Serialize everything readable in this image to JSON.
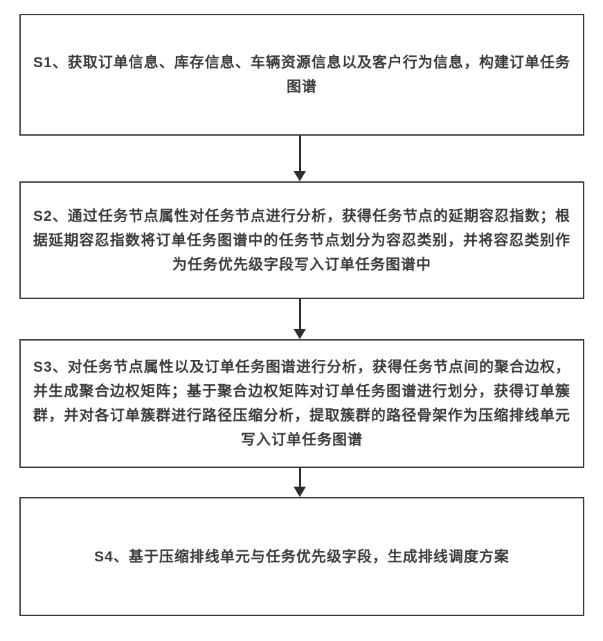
{
  "flowchart": {
    "steps": [
      {
        "id": "S1",
        "text": "S1、获取订单信息、库存信息、车辆资源信息以及客户行为信息，构建订单任务图谱"
      },
      {
        "id": "S2",
        "text": "S2、通过任务节点属性对任务节点进行分析，获得任务节点的延期容忍指数；根据延期容忍指数将订单任务图谱中的任务节点划分为容忍类别，并将容忍类别作为任务优先级字段写入订单任务图谱中"
      },
      {
        "id": "S3",
        "text": "S3、对任务节点属性以及订单任务图谱进行分析，获得任务节点间的聚合边权，并生成聚合边权矩阵；基于聚合边权矩阵对订单任务图谱进行划分，获得订单簇群，并对各订单簇群进行路径压缩分析，提取簇群的路径骨架作为压缩排线单元写入订单任务图谱"
      },
      {
        "id": "S4",
        "text": "S4、基于压缩排线单元与任务优先级字段，生成排线调度方案"
      }
    ],
    "style": {
      "border_color": "#3a3a3a",
      "text_color": "#3a3a3a",
      "background_color": "#ffffff"
    }
  }
}
